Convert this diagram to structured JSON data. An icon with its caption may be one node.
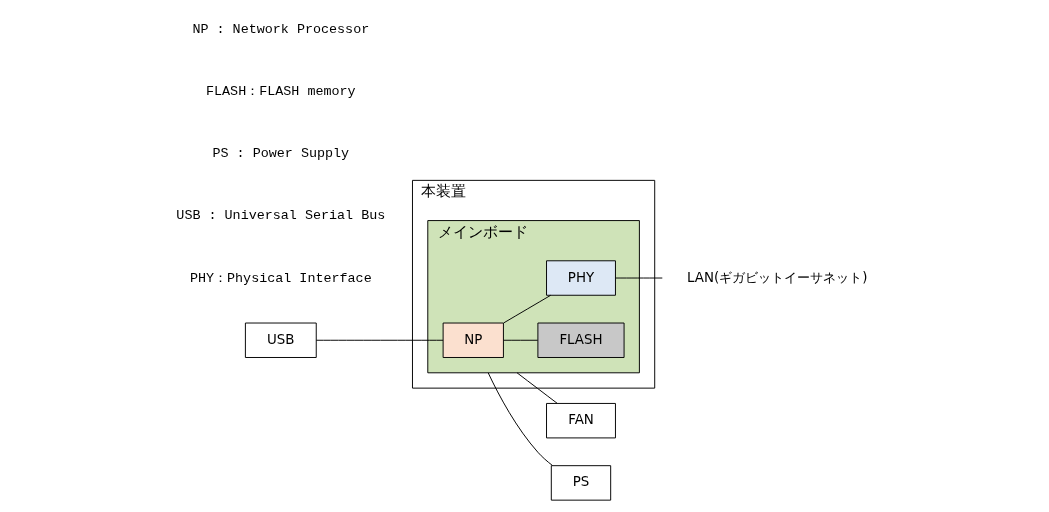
{
  "diagram": {
    "nodes": [
      {
        "text": [
          "本装置"
        ]
      },
      {
        "text": [
          "メインボード"
        ],
        "in": 0
      },
      {
        "text": [
          "USB"
        ]
      },
      {
        "text": [
          "NP"
        ],
        "in": 1
      },
      {
        "text": [
          "FLASH"
        ],
        "in": 1
      },
      {
        "text": [
          "FAN"
        ]
      },
      {
        "text": [
          "PHY"
        ],
        "in": 1
      },
      {
        "text": [
          "PS"
        ]
      },
      {
        "text": [
          "LAN(ギガビットイーサネット)"
        ]
      }
    ],
    "edges": [
      {
        "from": 2,
        "to": 3,
        "arrow": "none"
      },
      {
        "from": 3,
        "to": 4,
        "arrow": "none"
      },
      {
        "from": 3,
        "to": 6,
        "arrow": "none"
      },
      {
        "from": 1,
        "to": 5,
        "arrow": "none"
      },
      {
        "from": 1,
        "to": 7,
        "arrow": "none"
      },
      {
        "from": 6,
        "to": 8,
        "arrow": "none"
      }
    ],
    "labels": [
      "NP : Network Processor",
      "FLASH：FLASH memory",
      "PS : Power Supply",
      "USB : Universal Serial Bus",
      "PHY：Physical Interface"
    ]
  }
}
